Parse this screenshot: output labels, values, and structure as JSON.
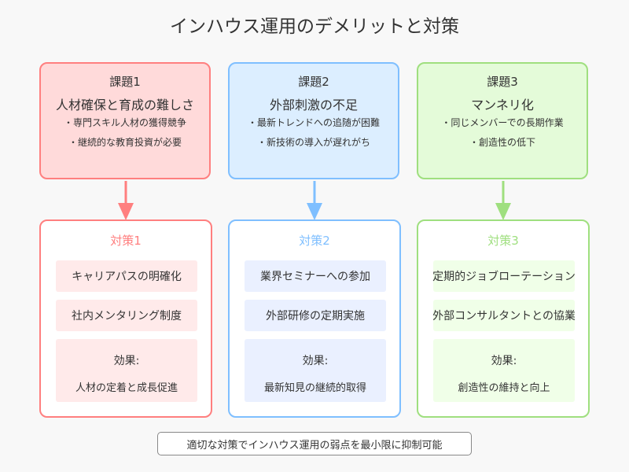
{
  "title": "インハウス運用のデメリットと対策",
  "colors": {
    "red": "#ff7f7f",
    "red_bg": "#ffdada",
    "red_light": "#ffeaea",
    "blue": "#7fbfff",
    "blue_bg": "#dceeff",
    "blue_light": "#eaf0ff",
    "green": "#9fdf7f",
    "green_bg": "#e4fbd9",
    "green_light": "#f0ffe8"
  },
  "problems": [
    {
      "heading": "課題1",
      "title": "人材確保と育成の難しさ",
      "bullets": [
        "・専門スキル人材の獲得競争",
        "・継続的な教育投資が必要"
      ]
    },
    {
      "heading": "課題2",
      "title": "外部刺激の不足",
      "bullets": [
        "・最新トレンドへの追随が困難",
        "・新技術の導入が遅れがち"
      ]
    },
    {
      "heading": "課題3",
      "title": "マンネリ化",
      "bullets": [
        "・同じメンバーでの長期作業",
        "・創造性の低下"
      ]
    }
  ],
  "solutions": [
    {
      "heading": "対策1",
      "items": [
        "キャリアパスの明確化",
        "社内メンタリング制度"
      ],
      "effect_label": "効果:",
      "effect_value": "人材の定着と成長促進"
    },
    {
      "heading": "対策2",
      "items": [
        "業界セミナーへの参加",
        "外部研修の定期実施"
      ],
      "effect_label": "効果:",
      "effect_value": "最新知見の継続的取得"
    },
    {
      "heading": "対策3",
      "items": [
        "定期的ジョブローテーション",
        "外部コンサルタントとの協業"
      ],
      "effect_label": "効果:",
      "effect_value": "創造性の維持と向上"
    }
  ],
  "footer": "適切な対策でインハウス運用の弱点を最小限に抑制可能"
}
